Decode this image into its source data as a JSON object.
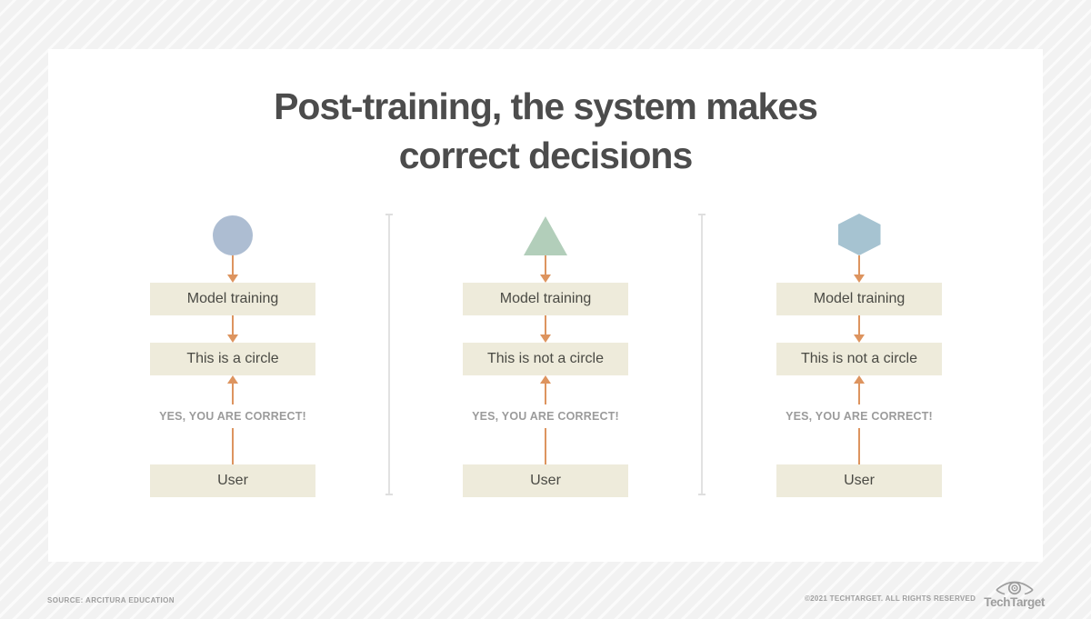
{
  "title": {
    "line1": "Post-training, the system makes",
    "line2": "correct decisions"
  },
  "columns": [
    {
      "shape": "circle",
      "model_label": "Model training",
      "statement_label": "This is a circle",
      "feedback_label": "YES, YOU ARE CORRECT!",
      "user_label": "User"
    },
    {
      "shape": "triangle",
      "model_label": "Model training",
      "statement_label": "This is not a circle",
      "feedback_label": "YES, YOU ARE CORRECT!",
      "user_label": "User"
    },
    {
      "shape": "hexagon",
      "model_label": "Model training",
      "statement_label": "This is not a circle",
      "feedback_label": "YES, YOU ARE CORRECT!",
      "user_label": "User"
    }
  ],
  "footer": {
    "source": "SOURCE: ARCITURA EDUCATION",
    "copyright": "©2021 TECHTARGET. ALL RIGHTS RESERVED",
    "brand": "TechTarget"
  },
  "colors": {
    "background_stripe": "#f2f2f2",
    "card": "#ffffff",
    "title_text": "#4c4c4c",
    "box_fill": "#eeebdb",
    "box_text": "#4a4a44",
    "arrow_accent": "#dd945f",
    "feedback_text": "#9b9b9b",
    "divider": "#e2e2e2",
    "circle_shape": "#adbdd2",
    "triangle_shape": "#b2ceba",
    "hexagon_shape": "#a6c3d1",
    "footer_text": "#9e9e9e"
  }
}
